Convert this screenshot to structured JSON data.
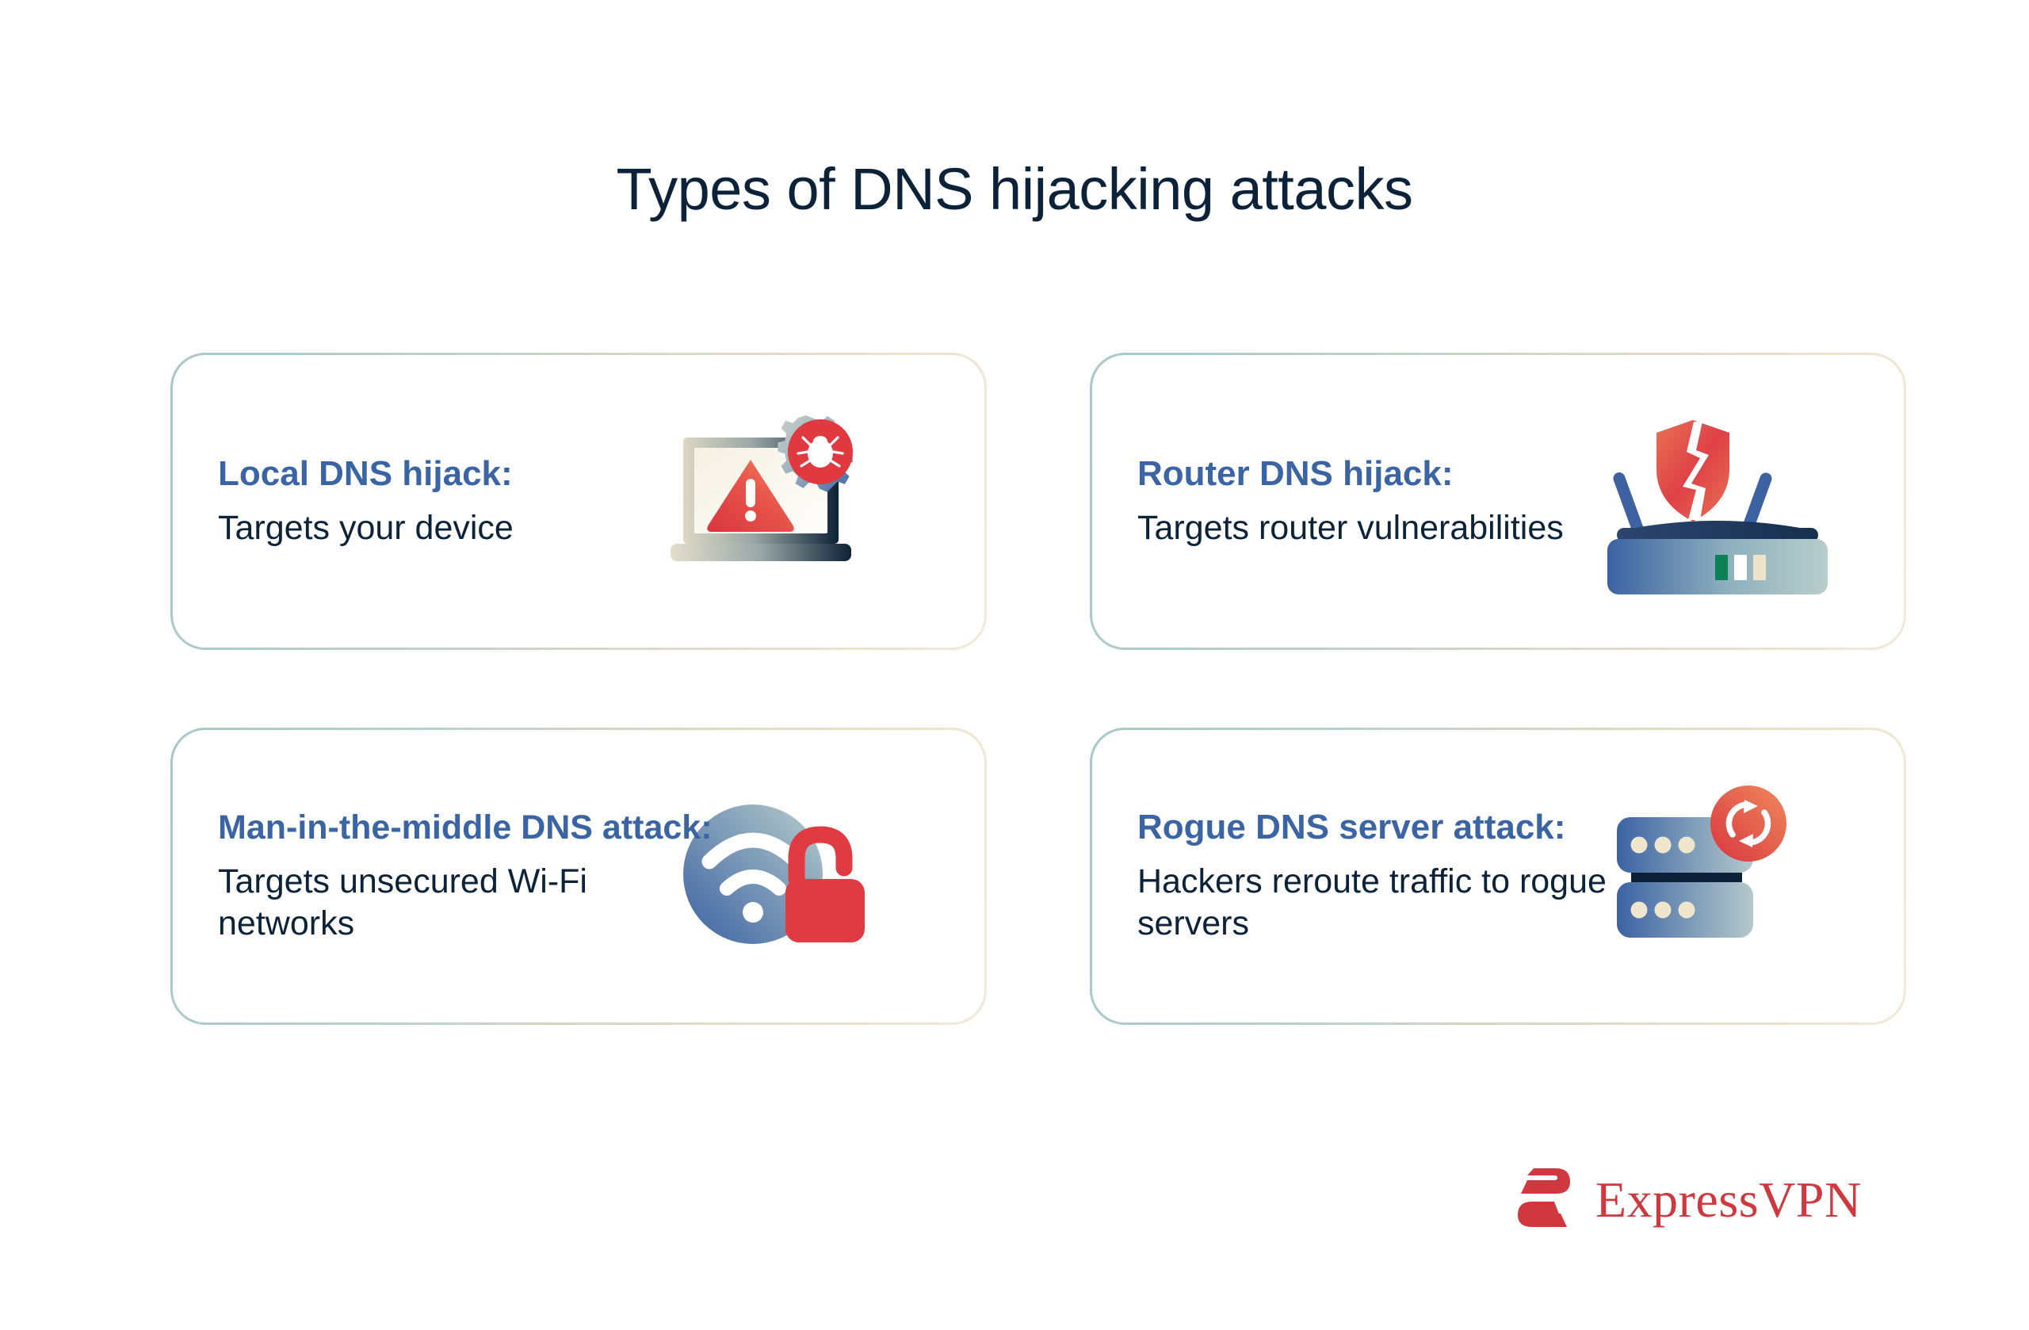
{
  "page": {
    "title": "Types of DNS hijacking attacks",
    "background_color": "#ffffff"
  },
  "theme": {
    "title_color": "#0b2238",
    "heading_color": "#3b64a4",
    "body_color": "#0b2238",
    "card_border_from": "#a8c8c8",
    "card_border_to": "#f1ead8",
    "accent_red": "#d93a42",
    "accent_orange": "#ee7f52",
    "icon_blue_dark": "#3c62a2",
    "icon_blue_light": "#a9c2cd"
  },
  "cards": [
    {
      "id": "local-dns-hijack",
      "heading": "Local DNS hijack:",
      "description": "Targets your device",
      "icon_name": "laptop-warning-bug-gear-icon"
    },
    {
      "id": "router-dns-hijack",
      "heading": "Router DNS hijack:",
      "description": "Targets router vulnerabilities",
      "icon_name": "router-broken-shield-icon"
    },
    {
      "id": "man-in-the-middle-dns-attack",
      "heading": "Man-in-the-middle DNS attack:",
      "description": "Targets unsecured Wi-Fi networks",
      "icon_name": "wifi-open-padlock-icon"
    },
    {
      "id": "rogue-dns-server-attack",
      "heading": "Rogue DNS server attack:",
      "description": "Hackers reroute traffic to rogue servers",
      "icon_name": "server-stack-reroute-icon"
    }
  ],
  "logo": {
    "wordmark": "ExpressVPN",
    "mark_name": "expressvpn-e-logo",
    "color": "#d0383f"
  }
}
